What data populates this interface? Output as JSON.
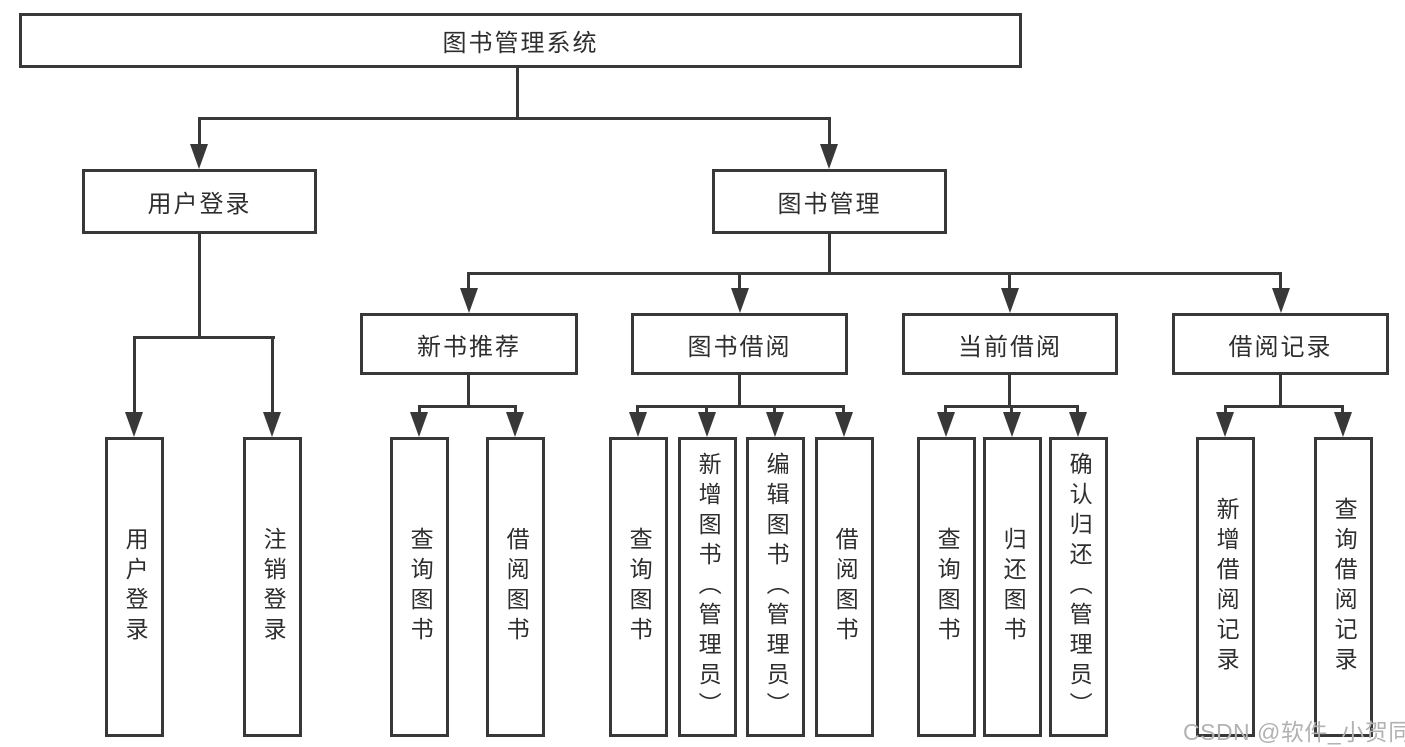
{
  "root": {
    "label": "图书管理系统"
  },
  "login_branch": {
    "label": "用户登录",
    "children": [
      {
        "label": "用户登录"
      },
      {
        "label": "注销登录"
      }
    ]
  },
  "manage_branch": {
    "label": "图书管理",
    "groups": [
      {
        "label": "新书推荐",
        "children": [
          {
            "label": "查询图书"
          },
          {
            "label": "借阅图书"
          }
        ]
      },
      {
        "label": "图书借阅",
        "children": [
          {
            "label": "查询图书"
          },
          {
            "label": "新增图书（管理员）"
          },
          {
            "label": "编辑图书（管理员）"
          },
          {
            "label": "借阅图书"
          }
        ]
      },
      {
        "label": "当前借阅",
        "children": [
          {
            "label": "查询图书"
          },
          {
            "label": "归还图书"
          },
          {
            "label": "确认归还（管理员）"
          }
        ]
      },
      {
        "label": "借阅记录",
        "children": [
          {
            "label": "新增借阅记录"
          },
          {
            "label": "查询借阅记录"
          }
        ]
      }
    ]
  },
  "watermark": "CSDN @软件_小贺同学",
  "colors": {
    "line": "#383838",
    "text": "#2e2e2e",
    "watermark": "#b2b2b2",
    "background": "#ffffff"
  }
}
